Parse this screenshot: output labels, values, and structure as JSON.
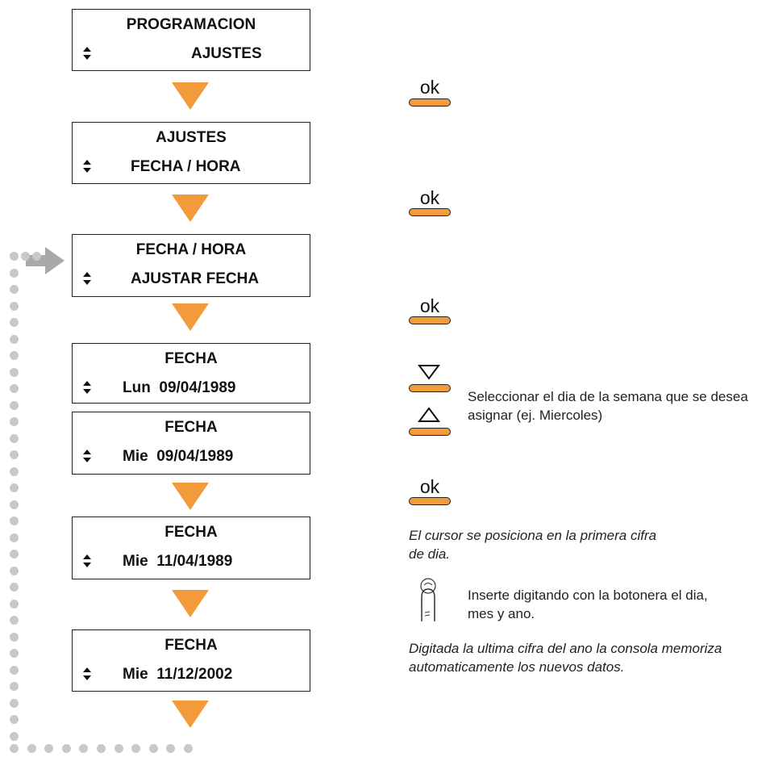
{
  "screens": [
    {
      "line1": "PROGRAMACION",
      "line2": "AJUSTES"
    },
    {
      "line1": "AJUSTES",
      "line2": "FECHA / HORA"
    },
    {
      "line1": "FECHA / HORA",
      "line2": "AJUSTAR FECHA"
    },
    {
      "line1": "FECHA",
      "line2": "Lun  09/04/1989"
    },
    {
      "line1": "FECHA",
      "line2": "Mie  09/04/1989"
    },
    {
      "line1": "FECHA",
      "line2": "Mie  11/04/1989"
    },
    {
      "line1": "FECHA",
      "line2": "Mie  11/12/2002"
    }
  ],
  "keys": {
    "ok_label": "ok"
  },
  "instructions": {
    "select_day": "Seleccionar el dia de la semana que se desea asignar (ej. Miercoles)",
    "cursor_note": "El cursor se posiciona en la primera cifra de dia.",
    "insert_digits": "Inserte digitando con la botonera el dia, mes y ano.",
    "auto_save_note": "Digitada la ultima cifra del ano la consola memoriza automaticamente los nuevos datos."
  },
  "colors": {
    "accent_orange": "#f39a3a",
    "loop_gray": "#c8c8c8",
    "border": "#222222"
  },
  "icons": [
    "up-down-arrows-icon",
    "down-triangle-icon",
    "up-triangle-icon",
    "finger-press-icon",
    "loop-back-arrow-icon"
  ]
}
